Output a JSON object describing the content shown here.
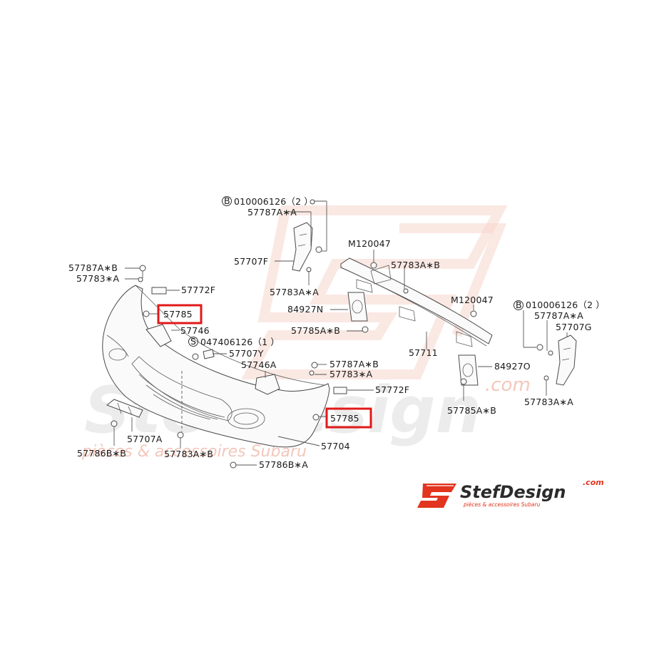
{
  "watermark": {
    "brand": "StefDesign",
    "com": ".com",
    "tagline": "pièces & accessoires Subaru"
  },
  "logo": {
    "brand": "StefDesign",
    "com": ".com",
    "tagline": "pièces & accessoires Subaru",
    "colors": {
      "red": "#e2341e",
      "dark": "#2b2b2b"
    }
  },
  "labels": {
    "b_010006126_top": "010006126（2 ）",
    "p57787A_A_top": "57787A∗A",
    "p57707F": "57707F",
    "p57783A_A_mid": "57783A∗A",
    "M120047_top": "M120047",
    "p57783A_B_right": "57783A∗B",
    "p84927N": "84927N",
    "p57785A_B_mid": "57785A∗B",
    "p57711": "57711",
    "M120047_right": "M120047",
    "b_010006126_right": "010006126（2 ）",
    "p57787A_A_right": "57787A∗A",
    "p57707G": "57707G",
    "p84927O": "84927O",
    "p57785A_B_right": "57785A∗B",
    "p57783A_A_right": "57783A∗A",
    "p57787A_B_left": "57787A∗B",
    "p57783_A_left": "57783∗A",
    "p57772F_left": "57772F",
    "p57785_left": "57785",
    "p57746": "57746",
    "s_047406126": "047406126（1 ）",
    "p57707Y": "57707Y",
    "p57746A": "57746A",
    "p57787A_B_center": "57787A∗B",
    "p57783_A_center": "57783∗A",
    "p57772F_center": "57772F",
    "p57785_center": "57785",
    "p57707A": "57707A",
    "p57786B_B": "57786B∗B",
    "p57783A_B_bottom": "57783A∗B",
    "p57704": "57704",
    "p57786B_A": "57786B∗A"
  },
  "markers": {
    "B": "B",
    "S": "S"
  },
  "highlight_color": "#e11919"
}
